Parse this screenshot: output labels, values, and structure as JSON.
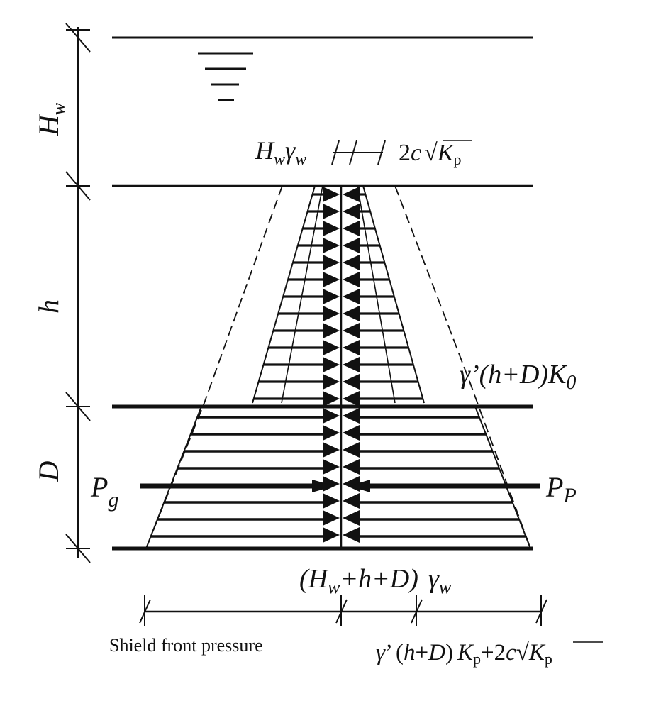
{
  "labels": {
    "dim_Hw": {
      "main": "H",
      "sub": "w"
    },
    "dim_h": "h",
    "dim_D": "D",
    "top_water": {
      "H": "H",
      "w1": "w",
      "gamma": "γ",
      "w2": "w"
    },
    "top_cohesion": {
      "pre": "2",
      "c": "c",
      "root": "√",
      "K": "K",
      "sub": "p"
    },
    "soil_ko": {
      "gamma": "γ",
      "prime": "’",
      "open": "(",
      "h": "h",
      "plus": "+",
      "D": "D",
      "close": ")",
      "K": "K",
      "sub": "0"
    },
    "pg": {
      "P": "P",
      "sub": "g"
    },
    "pp": {
      "P": "P",
      "sub": "P"
    },
    "bottom_water": {
      "open": "(",
      "H": "H",
      "sub": "w",
      "plus1": "+",
      "h": "h",
      "plus2": "+",
      "D": "D",
      "close": ")",
      "gamma": "γ",
      "sub2": "w"
    },
    "shield_front": "Shield front pressure",
    "bottom_passive": {
      "gamma": "γ",
      "prime": "’",
      "open": "(",
      "h": "h",
      "plus": "+",
      "D": "D",
      "close": ")",
      "K": "K",
      "sub": "p",
      "plus2": "+2",
      "c": "c",
      "root": "√",
      "K2": "K",
      "sub2": "p"
    }
  }
}
